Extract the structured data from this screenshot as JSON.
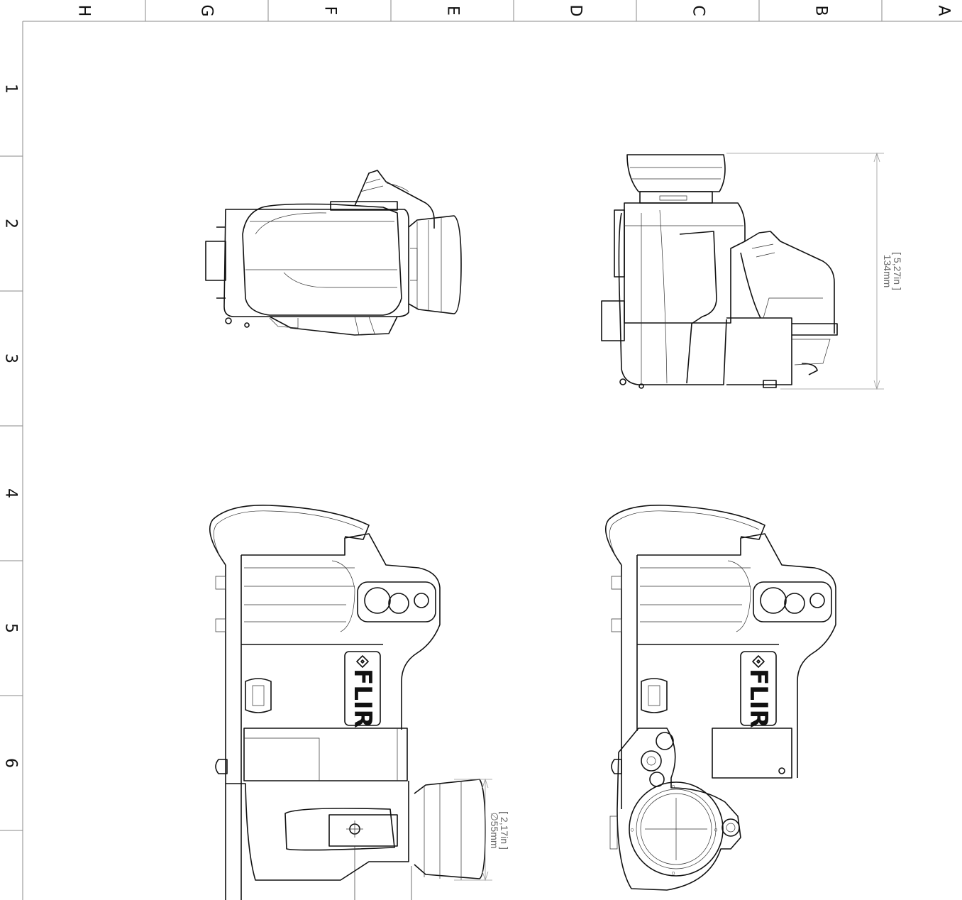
{
  "drawing": {
    "zone_letters": [
      "H",
      "G",
      "F",
      "E",
      "D",
      "C",
      "B",
      "A"
    ],
    "zone_numbers": [
      "1",
      "2",
      "3",
      "4",
      "5",
      "6"
    ]
  },
  "dimensions": {
    "height": {
      "inches": "[ 5,27in ]",
      "mm": "134mm"
    },
    "lens": {
      "inches": "[ 2,17in ]",
      "mm": "∅55mm"
    }
  },
  "logo": {
    "text": "FLIR"
  }
}
